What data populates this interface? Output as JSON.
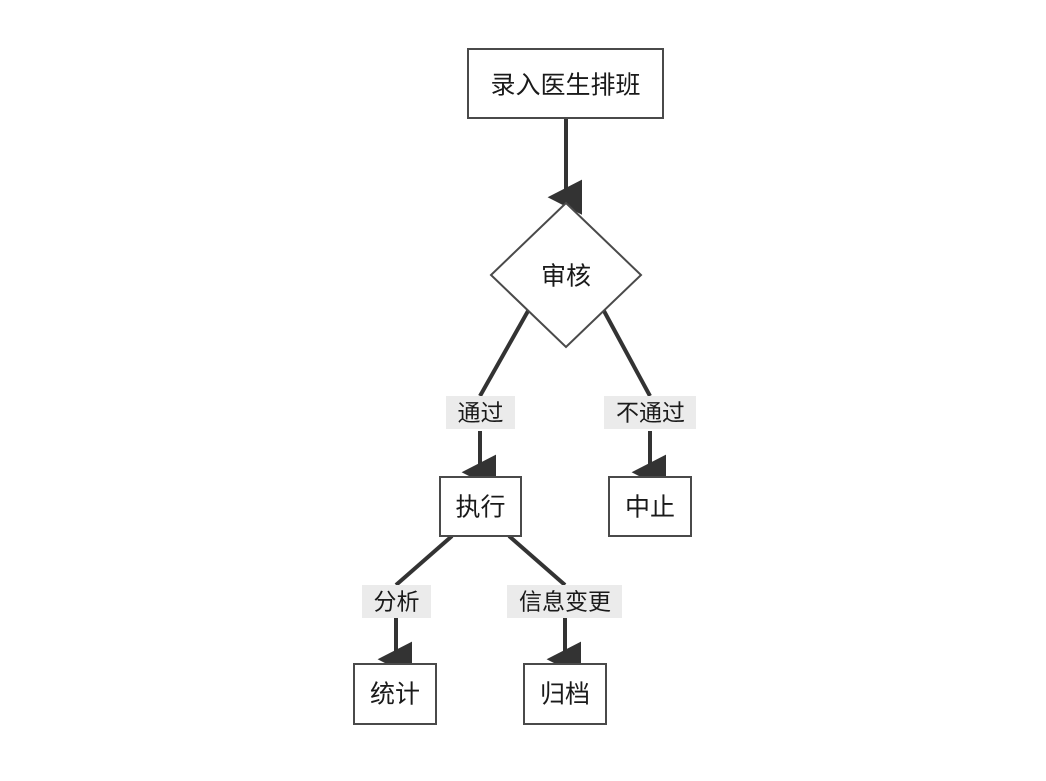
{
  "diagram": {
    "type": "flowchart",
    "title": "",
    "background_color": "#ffffff",
    "node_stroke_color": "#4a4a4a",
    "edge_color": "#333333",
    "edge_label_background": "#ebebeb",
    "text_color": "#1a1a1a",
    "nodes": [
      {
        "id": "n1",
        "label": "录入医生排班",
        "shape": "rectangle"
      },
      {
        "id": "n2",
        "label": "审核",
        "shape": "diamond"
      },
      {
        "id": "n3",
        "label": "执行",
        "shape": "rectangle"
      },
      {
        "id": "n4",
        "label": "中止",
        "shape": "rectangle"
      },
      {
        "id": "n5",
        "label": "统计",
        "shape": "rectangle"
      },
      {
        "id": "n6",
        "label": "归档",
        "shape": "rectangle"
      }
    ],
    "edges": [
      {
        "from": "n1",
        "to": "n2",
        "label": ""
      },
      {
        "from": "n2",
        "to": "n3",
        "label": "通过"
      },
      {
        "from": "n2",
        "to": "n4",
        "label": "不通过"
      },
      {
        "from": "n3",
        "to": "n5",
        "label": "分析"
      },
      {
        "from": "n3",
        "to": "n6",
        "label": "信息变更"
      }
    ]
  }
}
